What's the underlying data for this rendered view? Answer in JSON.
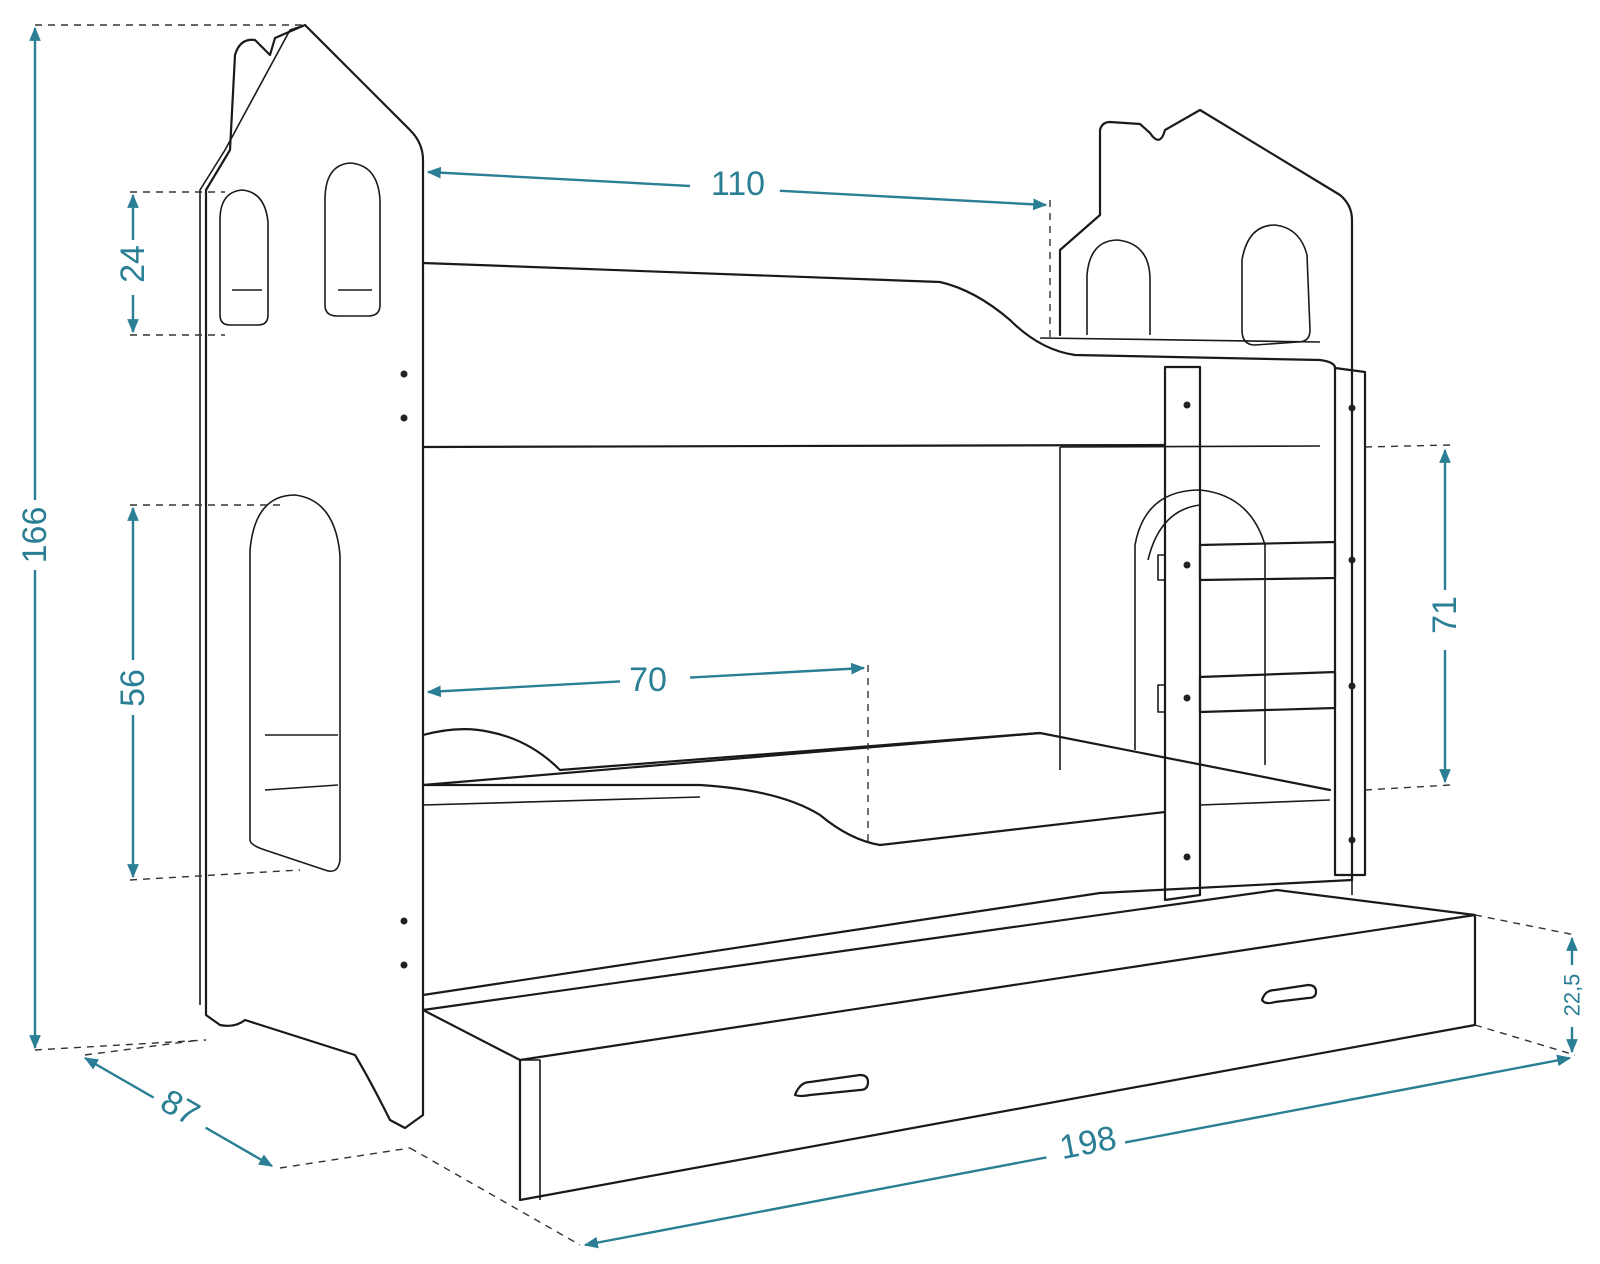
{
  "accent_color": "#2a7f94",
  "dimensions": {
    "total_height": "166",
    "depth": "87",
    "length": "198",
    "upper_inner_length": "110",
    "lower_opening": "70",
    "upper_window": "24",
    "lower_window": "56",
    "ladder_height": "71",
    "drawer_height": "22,5"
  }
}
